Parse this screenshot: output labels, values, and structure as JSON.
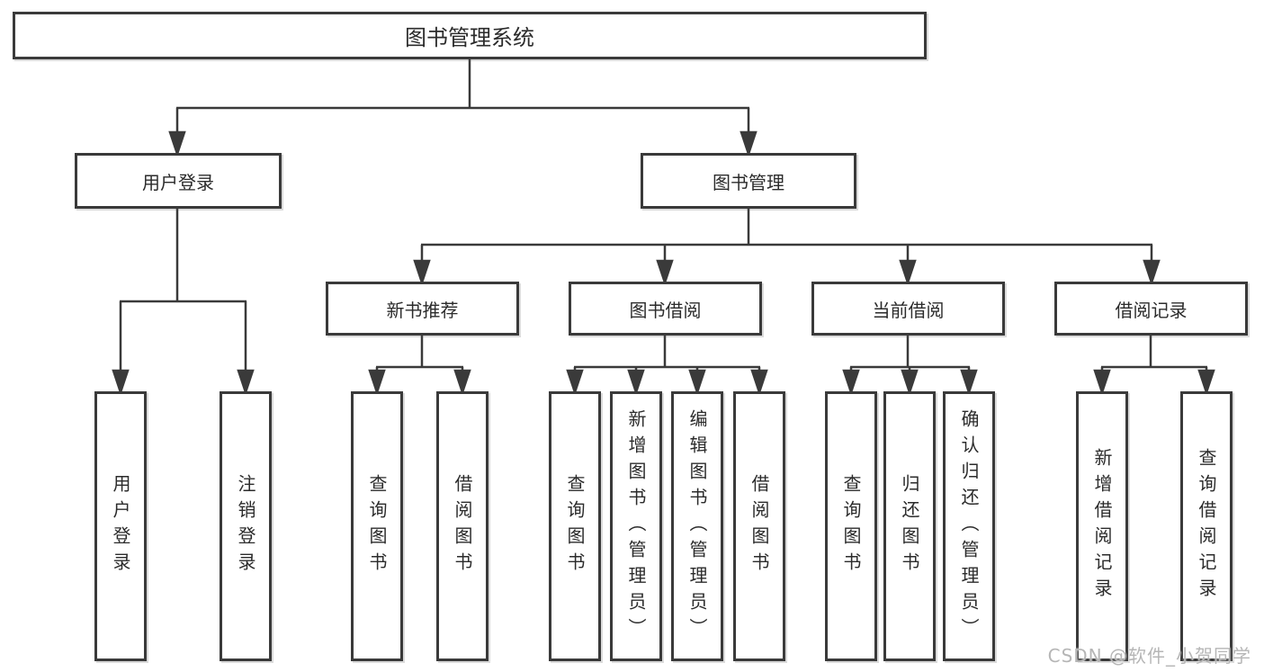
{
  "tree": {
    "root": "图书管理系统",
    "user": {
      "label": "用户登录",
      "leaves": [
        "用户登录",
        "注销登录"
      ]
    },
    "management": {
      "label": "图书管理",
      "sections": [
        {
          "label": "新书推荐",
          "leaves": [
            "查询图书",
            "借阅图书"
          ]
        },
        {
          "label": "图书借阅",
          "leaves": [
            "查询图书",
            "新增图书（管理员）",
            "编辑图书（管理员）",
            "借阅图书"
          ]
        },
        {
          "label": "当前借阅",
          "leaves": [
            "查询图书",
            "归还图书",
            "确认归还（管理员）"
          ]
        },
        {
          "label": "借阅记录",
          "leaves": [
            "新增借阅记录",
            "查询借阅记录"
          ]
        }
      ]
    }
  },
  "watermark": "CSDN @软件_小贺同学",
  "colors": {
    "line": "#3a3a3a",
    "text": "#2b2b2b",
    "background": "#ffffff",
    "watermark": "#b6b6b6"
  }
}
